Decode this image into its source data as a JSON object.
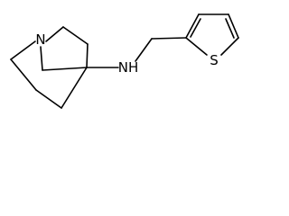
{
  "molecule": {
    "atoms": {
      "bridgehead_nitrogen": "N",
      "amine_nitrogen": "NH",
      "thiophene_sulfur": "S"
    }
  }
}
